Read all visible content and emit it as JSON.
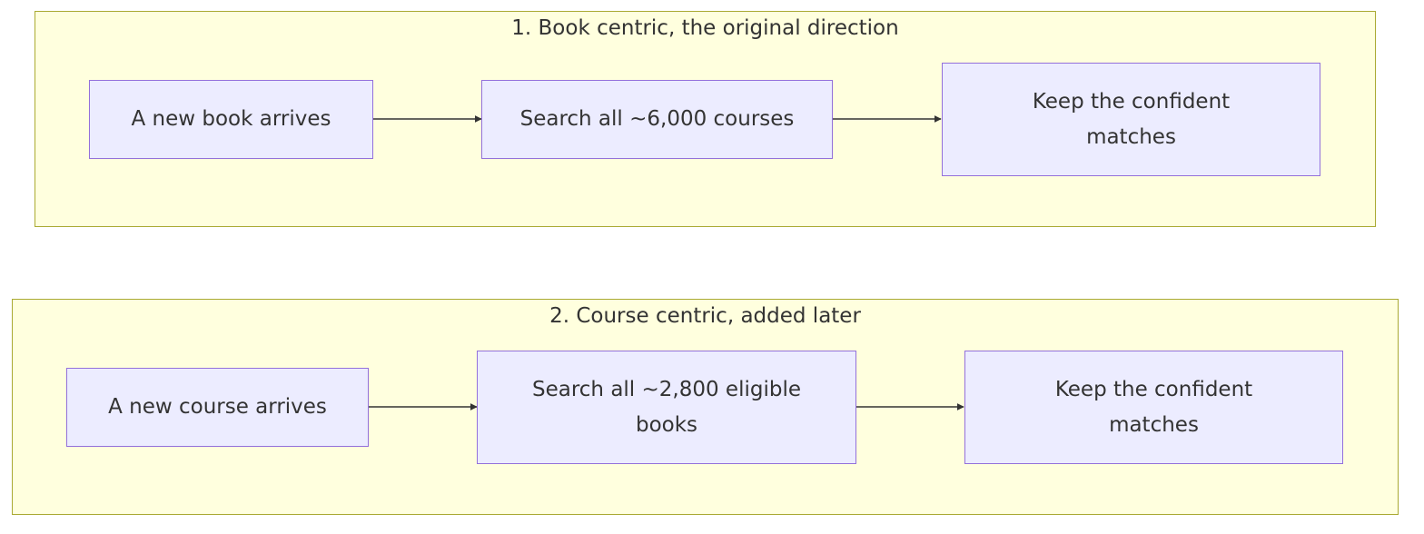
{
  "diagram": {
    "clusters": [
      {
        "title": "1. Book centric, the original direction",
        "nodes": [
          "A new book arrives",
          "Search all ~6,000 courses",
          "Keep the confident matches"
        ]
      },
      {
        "title": "2. Course centric, added later",
        "nodes": [
          "A new course arrives",
          "Search all ~2,800 eligible books",
          "Keep the confident matches"
        ]
      }
    ],
    "edges": [
      {
        "from": "A new book arrives",
        "to": "Search all ~6,000 courses"
      },
      {
        "from": "Search all ~6,000 courses",
        "to": "Keep the confident matches"
      },
      {
        "from": "A new course arrives",
        "to": "Search all ~2,800 eligible books"
      },
      {
        "from": "Search all ~2,800 eligible books",
        "to": "Keep the confident matches"
      }
    ],
    "colors": {
      "cluster_fill": "#ffffde",
      "cluster_border": "#aaaa33",
      "node_fill": "#ececff",
      "node_border": "#9370db",
      "edge": "#333333"
    }
  }
}
